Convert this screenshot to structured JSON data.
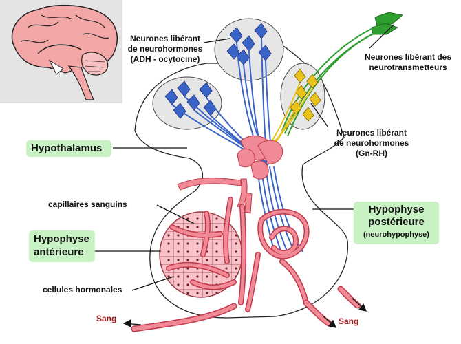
{
  "labels": {
    "neurones_adh_1": "Neurones libérant",
    "neurones_adh_2": "de neurohormones",
    "neurones_adh_3": "(ADH - ocytocine)",
    "neurones_nt_1": "Neurones libérant des",
    "neurones_nt_2": "neurotransmetteurs",
    "neurones_gnrh_1": "Neurones libérant",
    "neurones_gnrh_2": "de neurohormones",
    "neurones_gnrh_3": "(Gn-RH)",
    "capillaires": "capillaires sanguins",
    "cellules": "cellules hormonales",
    "sang_left": "Sang",
    "sang_right": "Sang"
  },
  "boxes": {
    "hypothalamus": "Hypothalamus",
    "anterieure_1": "Hypophyse",
    "anterieure_2": "antérieure",
    "posterieure_1": "Hypophyse",
    "posterieure_2": "postérieure",
    "posterieure_3": "(neurohypophyse)"
  },
  "colors": {
    "pink_vessel": "#f08a96",
    "blue_neuron": "#3a63c8",
    "yellow_neuron": "#e8c21a",
    "green_neuron": "#2e9e2e",
    "label_box": "#c9f2c4",
    "sang_text": "#a11a1a"
  }
}
